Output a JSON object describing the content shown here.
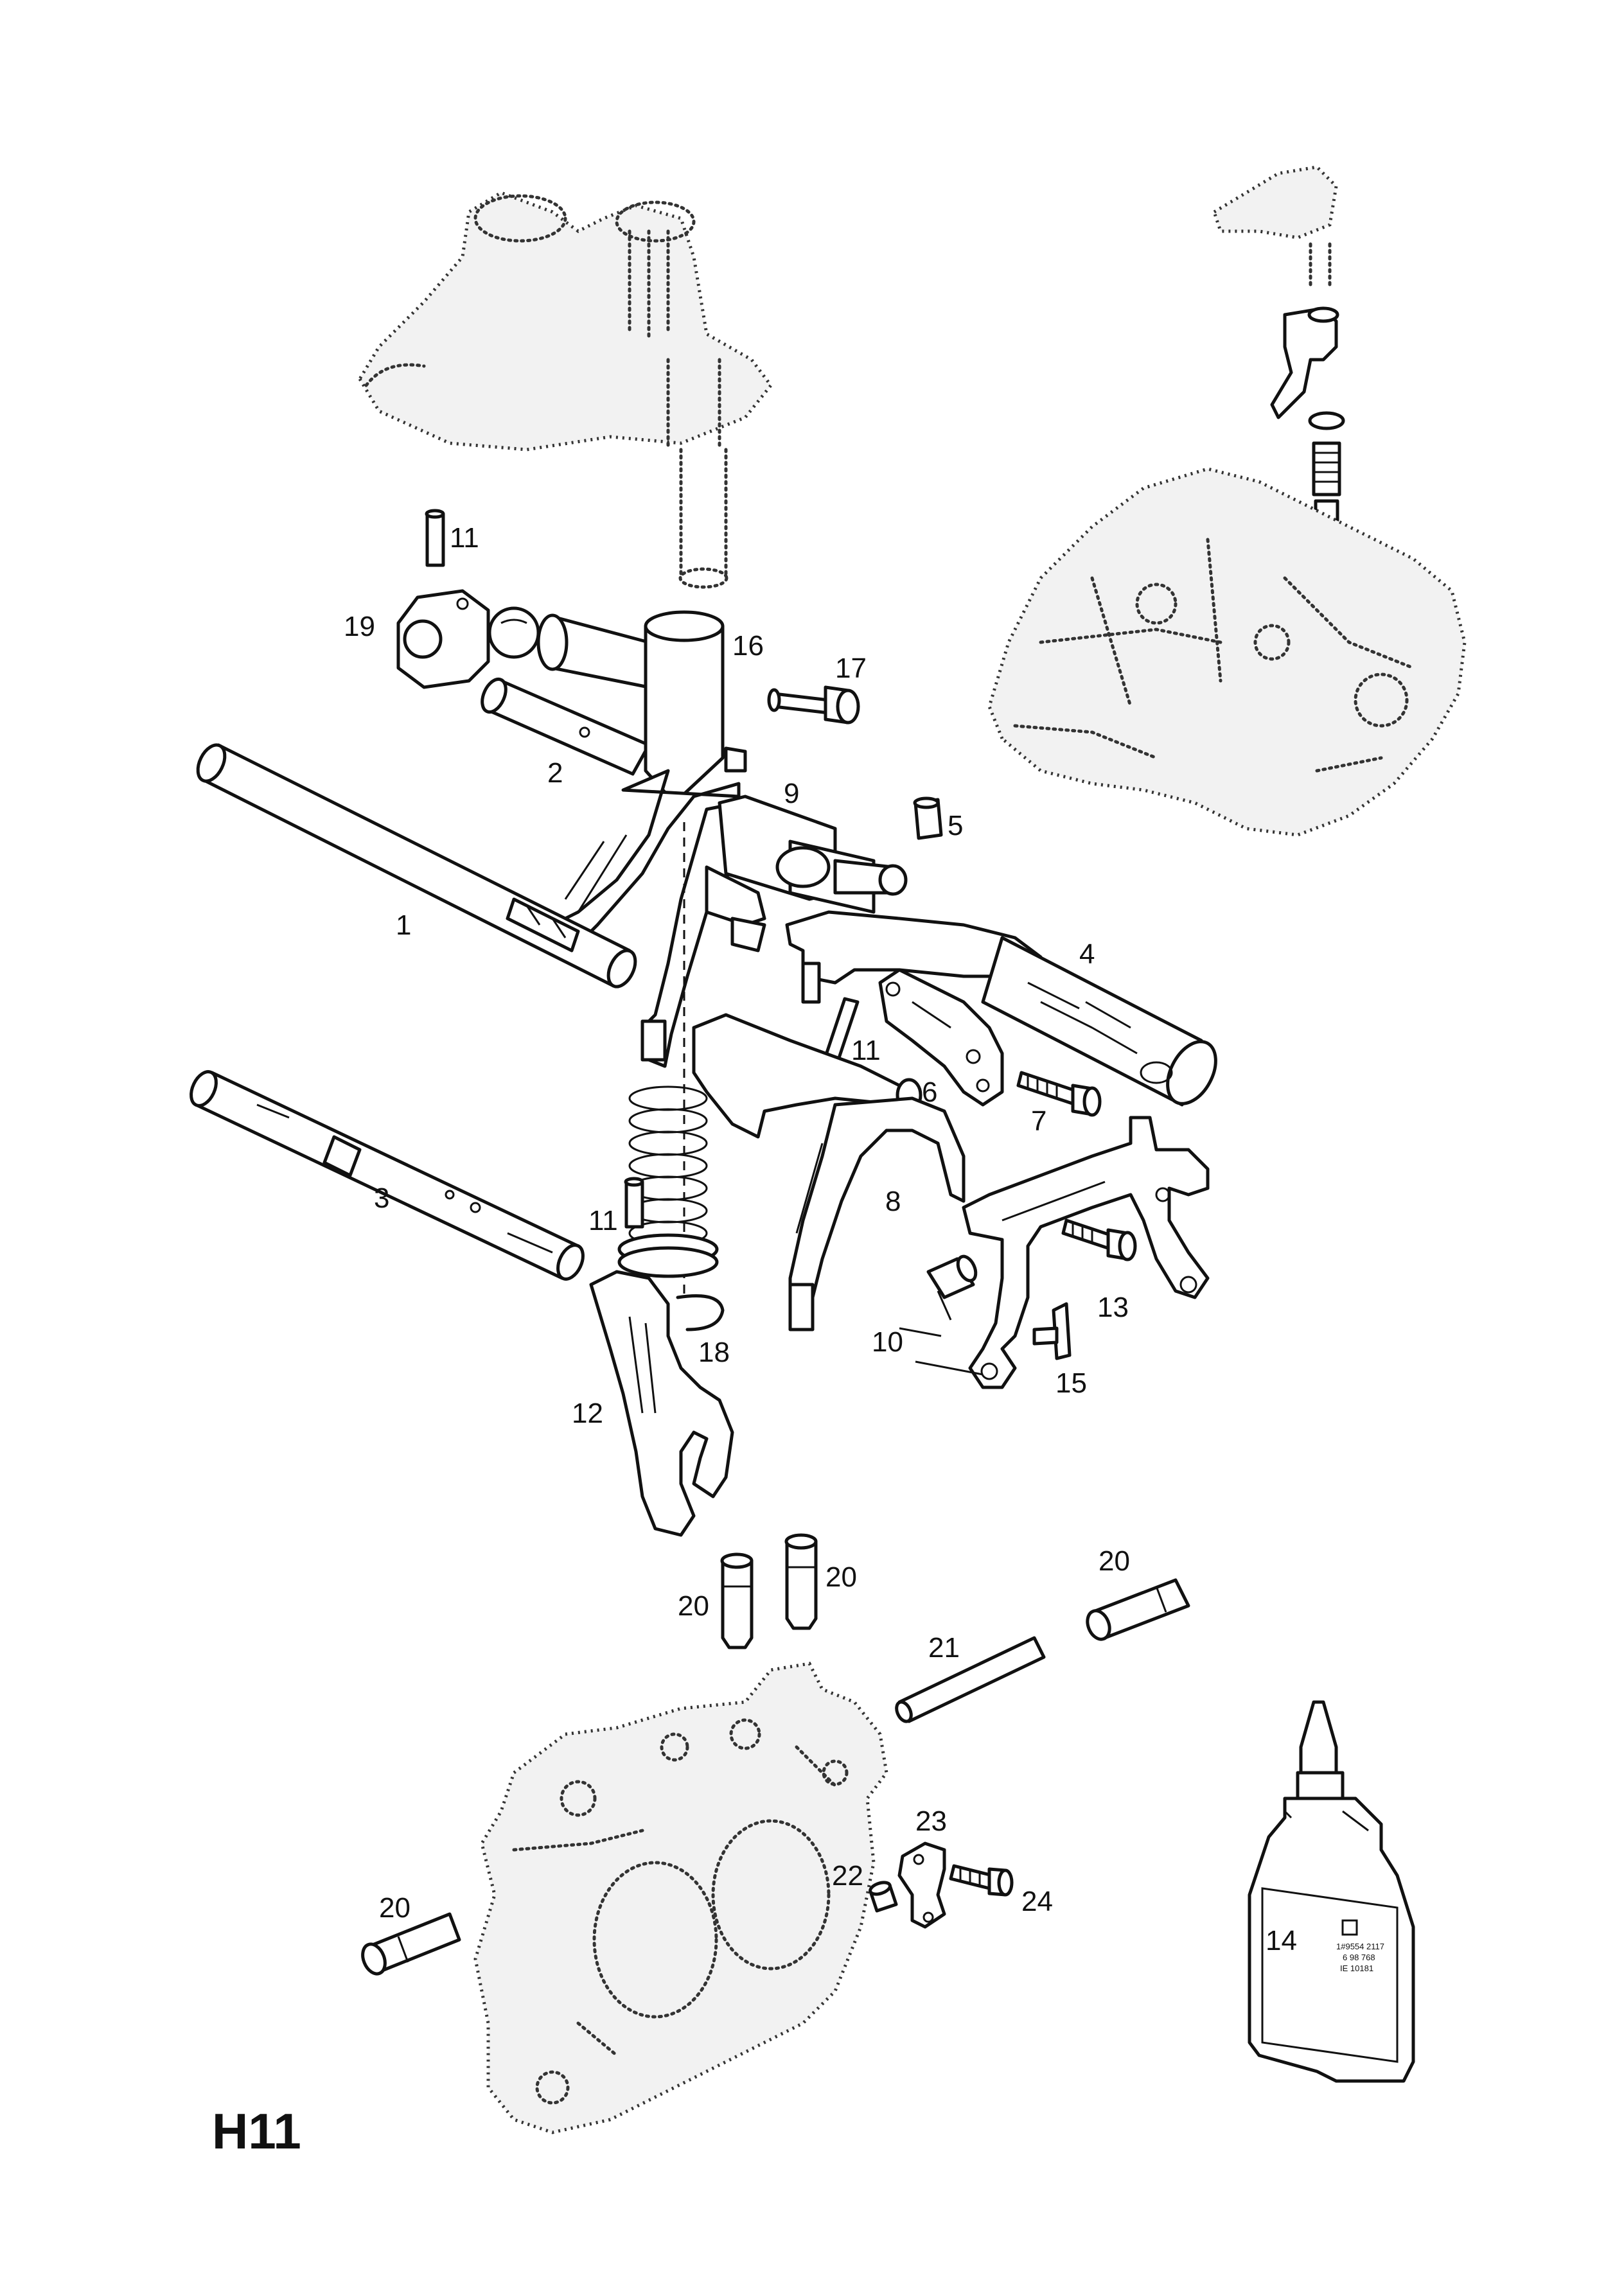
{
  "sheet_code": "H11",
  "callouts": [
    {
      "id": "c1",
      "text": "1"
    },
    {
      "id": "c2",
      "text": "2"
    },
    {
      "id": "c3",
      "text": "3"
    },
    {
      "id": "c4",
      "text": "4"
    },
    {
      "id": "c5",
      "text": "5"
    },
    {
      "id": "c6",
      "text": "6"
    },
    {
      "id": "c7",
      "text": "7"
    },
    {
      "id": "c8",
      "text": "8"
    },
    {
      "id": "c9",
      "text": "9"
    },
    {
      "id": "c10",
      "text": "10"
    },
    {
      "id": "c11a",
      "text": "11"
    },
    {
      "id": "c11b",
      "text": "11"
    },
    {
      "id": "c11c",
      "text": "11"
    },
    {
      "id": "c12",
      "text": "12"
    },
    {
      "id": "c13",
      "text": "13"
    },
    {
      "id": "c14",
      "text": "14"
    },
    {
      "id": "c15",
      "text": "15"
    },
    {
      "id": "c16",
      "text": "16"
    },
    {
      "id": "c17",
      "text": "17"
    },
    {
      "id": "c18",
      "text": "18"
    },
    {
      "id": "c19",
      "text": "19"
    },
    {
      "id": "c20a",
      "text": "20"
    },
    {
      "id": "c20b",
      "text": "20"
    },
    {
      "id": "c20c",
      "text": "20"
    },
    {
      "id": "c20d",
      "text": "20"
    },
    {
      "id": "c21",
      "text": "21"
    },
    {
      "id": "c22",
      "text": "22"
    },
    {
      "id": "c23",
      "text": "23"
    },
    {
      "id": "c24",
      "text": "24"
    }
  ],
  "bottle_label": [
    "1#9554 2117",
    "6 98 768",
    "IE 10181"
  ]
}
